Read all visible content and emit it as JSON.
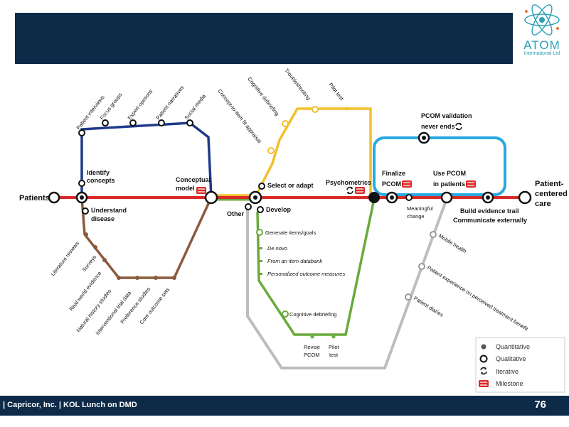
{
  "colors": {
    "header_bg": "#0d2a48",
    "red_line": "#d92a2a",
    "navy_line": "#1e3a8a",
    "brown_line": "#8b5a3c",
    "yellow_line": "#f2c029",
    "green_line": "#6aaa3a",
    "gray_line": "#bdbdbd",
    "cyan_line": "#29a9e0",
    "logo": "#2a9fb5"
  },
  "logo": {
    "name": "ATOM",
    "sub": "International Ltd",
    "icon": "atom-icon"
  },
  "footer": {
    "left": "| Capricor, Inc. | KOL Lunch on DMD",
    "page": "76"
  },
  "stations": {
    "patients": "Patients",
    "identify1": "Identify",
    "identify2": "concepts",
    "understand1": "Understand",
    "understand2": "disease",
    "conceptual1": "Conceptual",
    "conceptual2": "model",
    "select": "Select or adapt",
    "develop": "Develop",
    "other": "Other",
    "psychometrics": "Psychometrics",
    "finalize1": "Finalize",
    "finalize2": "PCOM",
    "validation1": "PCOM validation",
    "validation2": "never ends",
    "use1": "Use PCOM",
    "use2": "in patients",
    "meaningful1": "Meaningful",
    "meaningful2": "change",
    "build1": "Build evidence trail",
    "build2": "Communicate externally",
    "centered1": "Patient-",
    "centered2": "centered",
    "centered3": "care"
  },
  "navy_labels": [
    "Patient interviews",
    "Focus groups",
    "Expert opinions",
    "Patient narratives",
    "Social media"
  ],
  "brown_labels": [
    "Literature reviews",
    "Surveys",
    "Real-world evidence",
    "Natural history studies",
    "Interventional trial data",
    "Preference studies",
    "Core outcome sets"
  ],
  "yellow_labels": [
    "Concept-to-item fit appraisal",
    "Cognitive debriefing",
    "Troubleshooting",
    "Pilot test"
  ],
  "green_labels": {
    "generate": "Generate items/goals",
    "denovo": "De novo",
    "databank": "From an item databank",
    "personalized": "Personalized outcome measures",
    "cognitive": "Cognitive debriefing",
    "revise1": "Revise",
    "revise2": "PCOM",
    "pilot1": "Pilot",
    "pilot2": "test"
  },
  "gray_labels": [
    "Mobile health",
    "Patient experience on perceived treatment benefit",
    "Patient diaries"
  ],
  "legend": {
    "items": [
      {
        "label": "Quantitative",
        "icon": "filled-dot-icon"
      },
      {
        "label": "Qualitative",
        "icon": "open-circle-icon"
      },
      {
        "label": "Iterative",
        "icon": "cycle-icon"
      },
      {
        "label": "Milestone",
        "icon": "rail-icon"
      }
    ]
  }
}
